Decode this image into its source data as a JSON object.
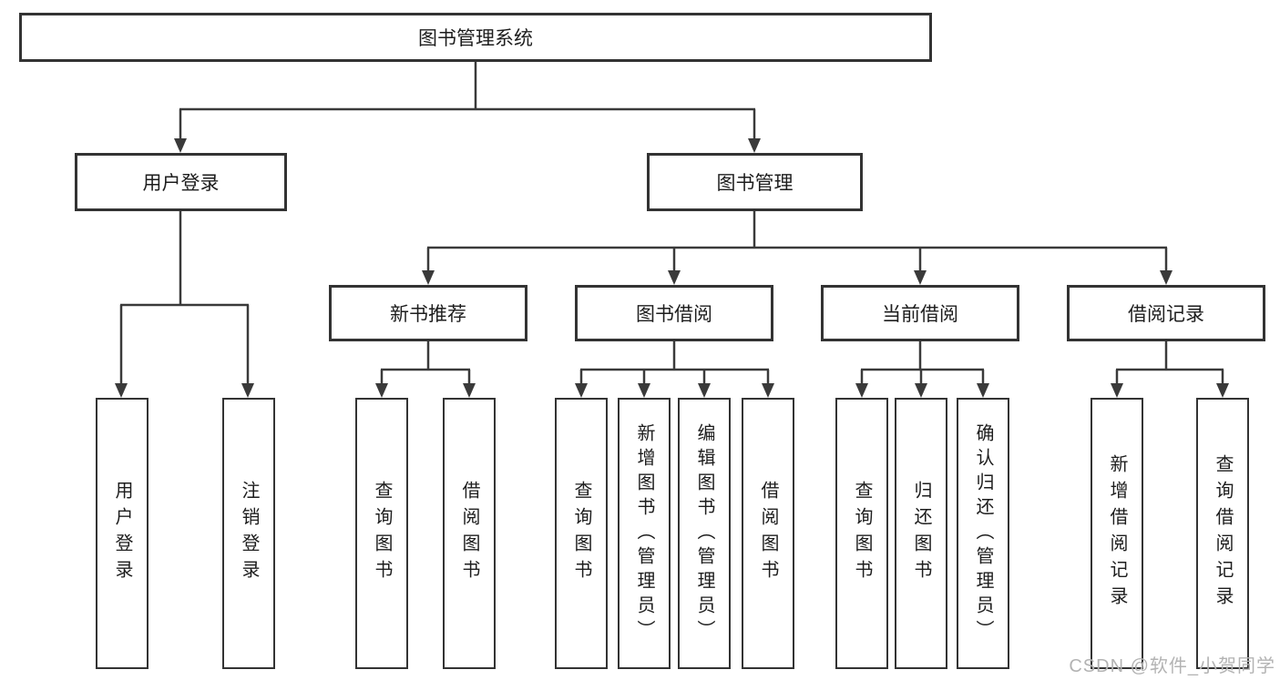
{
  "diagram": {
    "root": {
      "label": "图书管理系统"
    },
    "level2": {
      "user_login": {
        "label": "用户登录"
      },
      "book_management": {
        "label": "图书管理"
      }
    },
    "level3": {
      "new_book_recommend": {
        "label": "新书推荐"
      },
      "book_borrowing": {
        "label": "图书借阅"
      },
      "current_borrowing": {
        "label": "当前借阅"
      },
      "borrowing_records": {
        "label": "借阅记录"
      }
    },
    "leaves": {
      "user_login_leaf": {
        "label": "用户登录"
      },
      "logout": {
        "label": "注销登录"
      },
      "recommend_query_books": {
        "label": "查询图书"
      },
      "recommend_borrow_books": {
        "label": "借阅图书"
      },
      "borrowing_query_books": {
        "label": "查询图书"
      },
      "add_books_admin": {
        "label": "新增图书（管理员）"
      },
      "edit_books_admin": {
        "label": "编辑图书（管理员）"
      },
      "borrowing_borrow_books": {
        "label": "借阅图书"
      },
      "current_query_books": {
        "label": "查询图书"
      },
      "return_books": {
        "label": "归还图书"
      },
      "confirm_return_admin": {
        "label": "确认归还（管理员）"
      },
      "add_borrow_record": {
        "label": "新增借阅记录"
      },
      "query_borrow_record": {
        "label": "查询借阅记录"
      }
    }
  },
  "watermark": {
    "text": "CSDN @软件_小贺同学"
  },
  "colors": {
    "line": "#3a3a3a",
    "box_border": "#333333",
    "text": "#1d1d1d",
    "watermark": "#b3b3b3",
    "background": "#ffffff"
  }
}
